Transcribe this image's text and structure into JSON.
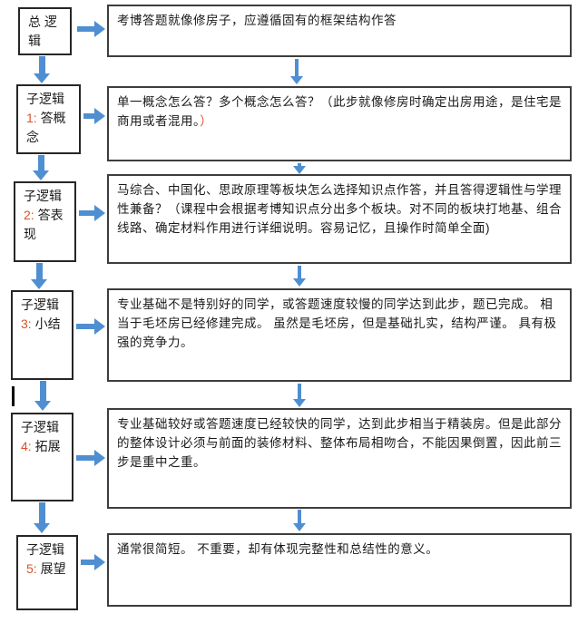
{
  "colors": {
    "arrow_blue": "#4f8fd1",
    "number_orange": "#d9522b",
    "box_border": "#262626",
    "background": "#ffffff"
  },
  "flowchart": {
    "rows": [
      {
        "left": {
          "prefix": "总 逻辑",
          "number": "",
          "rest": ""
        },
        "right": "考博答题就像修房子，应遵循固有的框架结构作答",
        "right_suffix": ""
      },
      {
        "left": {
          "prefix": "子逻辑",
          "number": "1:",
          "rest": " 答概念"
        },
        "right": "单一概念怎么答？多个概念怎么答？（此步就像修房时确定出房用途，是住宅是商用或者混用。",
        "right_suffix": "）"
      },
      {
        "left": {
          "prefix": "子逻辑",
          "number": "2:",
          "rest": " 答表现"
        },
        "right": "马综合、中国化、思政原理等板块怎么选择知识点作答，并且答得逻辑性与学理性兼备？（课程中会根据考博知识点分出多个板块。对不同的板块打地基、组合线路、确定材料作用进行详细说明。容易记忆，且操作时简单全面)",
        "right_suffix": ""
      },
      {
        "left": {
          "prefix": "子逻辑",
          "number": "3:",
          "rest": " 小结"
        },
        "right": "专业基础不是特别好的同学，或答题速度较慢的同学达到此步，题已完成。 相当于毛坯房已经修建完成。 虽然是毛坯房，但是基础扎实，结构严谨。 具有极强的竞争力。",
        "right_suffix": ""
      },
      {
        "left": {
          "prefix": "子逻辑",
          "number": "4:",
          "rest": " 拓展"
        },
        "right": "专业基础较好或答题速度已经较快的同学，达到此步相当于精装房。但是此部分的整体设计必须与前面的装修材料、整体布局相吻合，不能因果倒置，因此前三步是重中之重。",
        "right_suffix": ""
      },
      {
        "left": {
          "prefix": "子逻辑",
          "number": "5:",
          "rest": " 展望"
        },
        "right": "通常很简短。 不重要，却有体现完整性和总结性的意义。",
        "right_suffix": ""
      }
    ]
  }
}
